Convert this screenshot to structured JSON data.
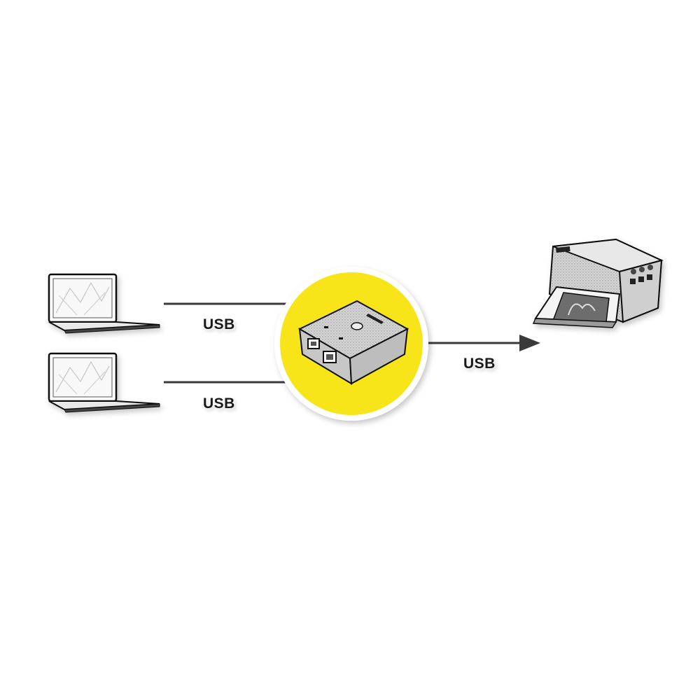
{
  "connections": {
    "laptop_1_to_switch": {
      "label": "USB"
    },
    "laptop_2_to_switch": {
      "label": "USB"
    },
    "switch_to_printer": {
      "label": "USB"
    }
  },
  "colors": {
    "highlight_circle": "#f7e51a",
    "line": "#3a3a3a",
    "device_gray": "#cfcfcf"
  },
  "icons": {
    "laptop_1": "laptop-icon",
    "laptop_2": "laptop-icon",
    "switch": "usb-switch-icon",
    "printer": "printer-icon"
  }
}
